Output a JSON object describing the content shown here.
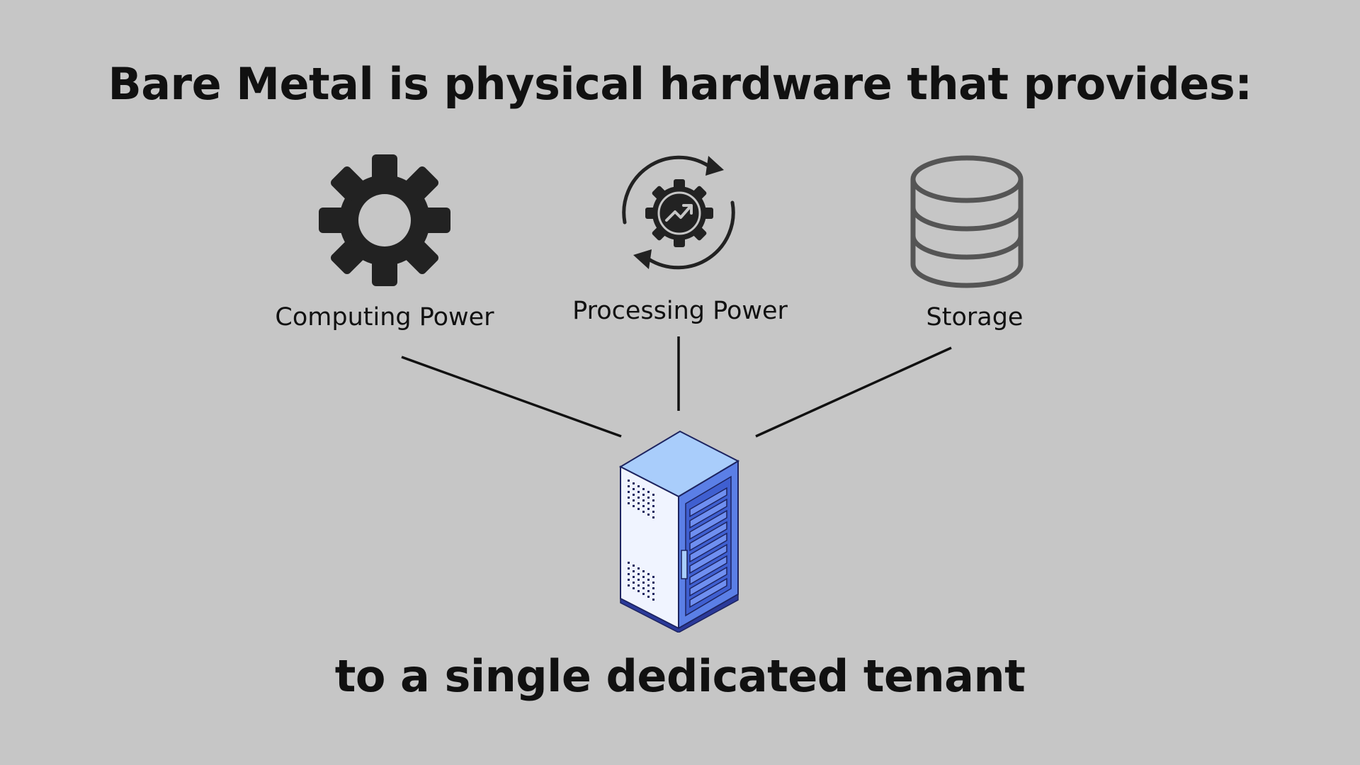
{
  "headline": "Bare Metal is physical hardware that provides:",
  "features": [
    {
      "label": "Computing Power",
      "icon": "gear-icon"
    },
    {
      "label": "Processing Power",
      "icon": "process-cycle-icon"
    },
    {
      "label": "Storage",
      "icon": "database-icon"
    }
  ],
  "server_icon": "server-rack-icon",
  "footer": "to a single dedicated tenant",
  "colors": {
    "background": "#c6c6c6",
    "text": "#111111",
    "server_blue": "#5b7fe6",
    "server_light": "#a9cdfb"
  }
}
